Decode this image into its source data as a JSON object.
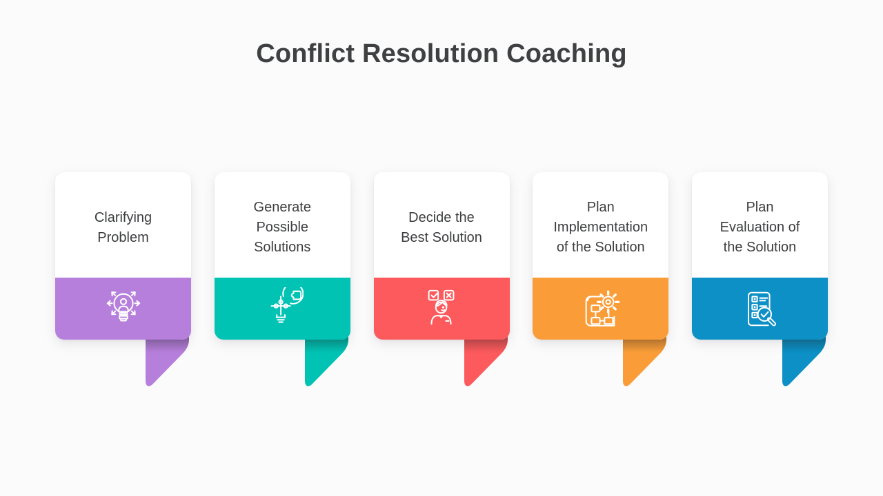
{
  "title": "Conflict Resolution Coaching",
  "cards": [
    {
      "label": "Clarifying\nProblem",
      "color": "#b67fdb",
      "icon": "idea-person-icon"
    },
    {
      "label": "Generate\nPossible\nSolutions",
      "color": "#00c3b4",
      "icon": "puzzle-bulb-icon"
    },
    {
      "label": "Decide the\nBest Solution",
      "color": "#fc5a5c",
      "icon": "decision-checkboxes-person-icon"
    },
    {
      "label": "Plan\nImplementation\nof the Solution",
      "color": "#fa9d38",
      "icon": "blueprint-gear-icon"
    },
    {
      "label": "Plan\nEvaluation of\nthe Solution",
      "color": "#0c90c5",
      "icon": "checklist-magnifier-icon"
    }
  ],
  "colors": {
    "background": "#fbfbfc",
    "card_background": "#ffffff",
    "title_text": "#3f4042",
    "card_text": "#3c3d3f"
  }
}
